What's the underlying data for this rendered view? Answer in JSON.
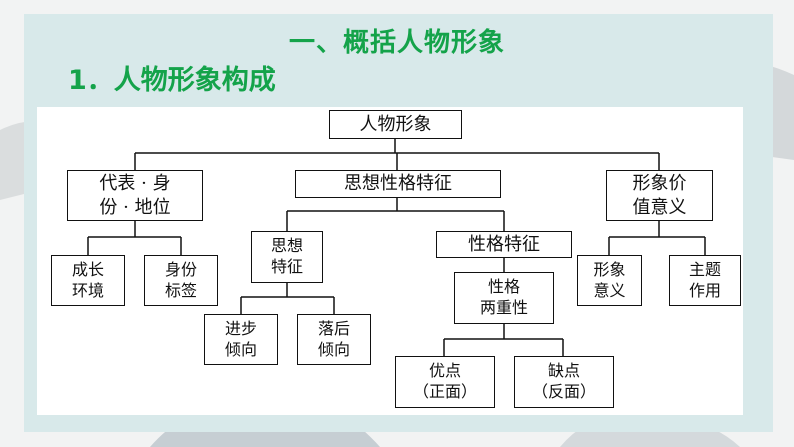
{
  "slide": {
    "heading": "一、概括人物形象",
    "subheading": "1．人物形象构成"
  },
  "diagram": {
    "root": "人物形象",
    "l1": {
      "identity": [
        "代表 · 身",
        "份 · 地位"
      ],
      "traits": "思想性格特征",
      "value": [
        "形象价",
        "值意义"
      ]
    },
    "l2": {
      "growth": [
        "成长",
        "环境"
      ],
      "status": [
        "身份",
        "标签"
      ],
      "thought": [
        "思想",
        "特征"
      ],
      "character": "性格特征",
      "image_meaning": [
        "形象",
        "意义"
      ],
      "theme": [
        "主题",
        "作用"
      ]
    },
    "l3": {
      "progressive": [
        "进步",
        "倾向"
      ],
      "backward": [
        "落后",
        "倾向"
      ],
      "duality": [
        "性格",
        "两重性"
      ]
    },
    "l4": {
      "merits": [
        "优点",
        "（正面）"
      ],
      "flaws": [
        "缺点",
        "（反面）"
      ]
    }
  },
  "colors": {
    "heading": "#14a34a",
    "panel": "#d8e9ea",
    "line": "#111111"
  }
}
